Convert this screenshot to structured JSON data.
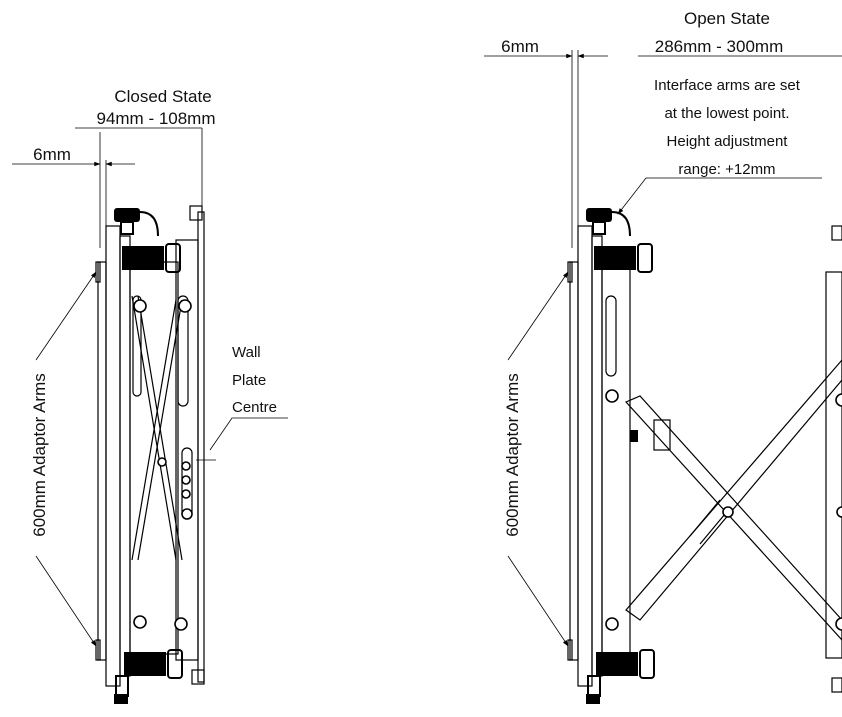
{
  "closed": {
    "title": "Closed State",
    "range": "94mm - 108mm",
    "offset": "6mm",
    "arms_label": "600mm Adaptor Arms",
    "wall_plate": [
      "Wall",
      "Plate",
      "Centre"
    ]
  },
  "open": {
    "title": "Open State",
    "range": "286mm - 300mm",
    "offset": "6mm",
    "arms_label": "600mm Adaptor Arms",
    "note": [
      "Interface arms are set",
      "at the lowest point.",
      "Height adjustment",
      "range: +12mm"
    ]
  },
  "colors": {
    "line": "#000000",
    "background": "#ffffff"
  }
}
